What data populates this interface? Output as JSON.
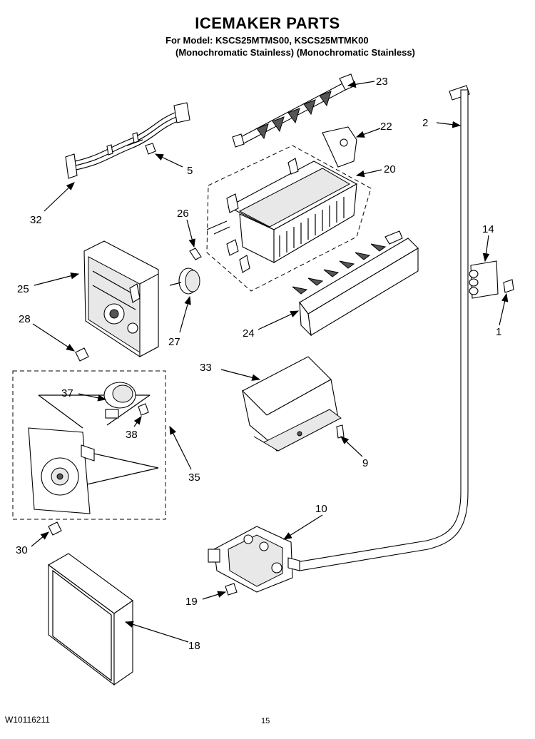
{
  "header": {
    "title": "ICEMAKER PARTS",
    "model_line": "For Model: KSCS25MTMS00, KSCS25MTMK00",
    "color_line": "(Monochromatic Stainless) (Monochromatic Stainless)"
  },
  "footer": {
    "doc_number": "W10116211",
    "page_number": "15"
  },
  "callouts": {
    "c1": "1",
    "c2": "2",
    "c5": "5",
    "c9": "9",
    "c10": "10",
    "c14": "14",
    "c18": "18",
    "c19": "19",
    "c20": "20",
    "c22": "22",
    "c23": "23",
    "c24": "24",
    "c25": "25",
    "c26": "26",
    "c27": "27",
    "c28": "28",
    "c30": "30",
    "c32": "32",
    "c33": "33",
    "c35": "35",
    "c37": "37",
    "c38": "38"
  }
}
